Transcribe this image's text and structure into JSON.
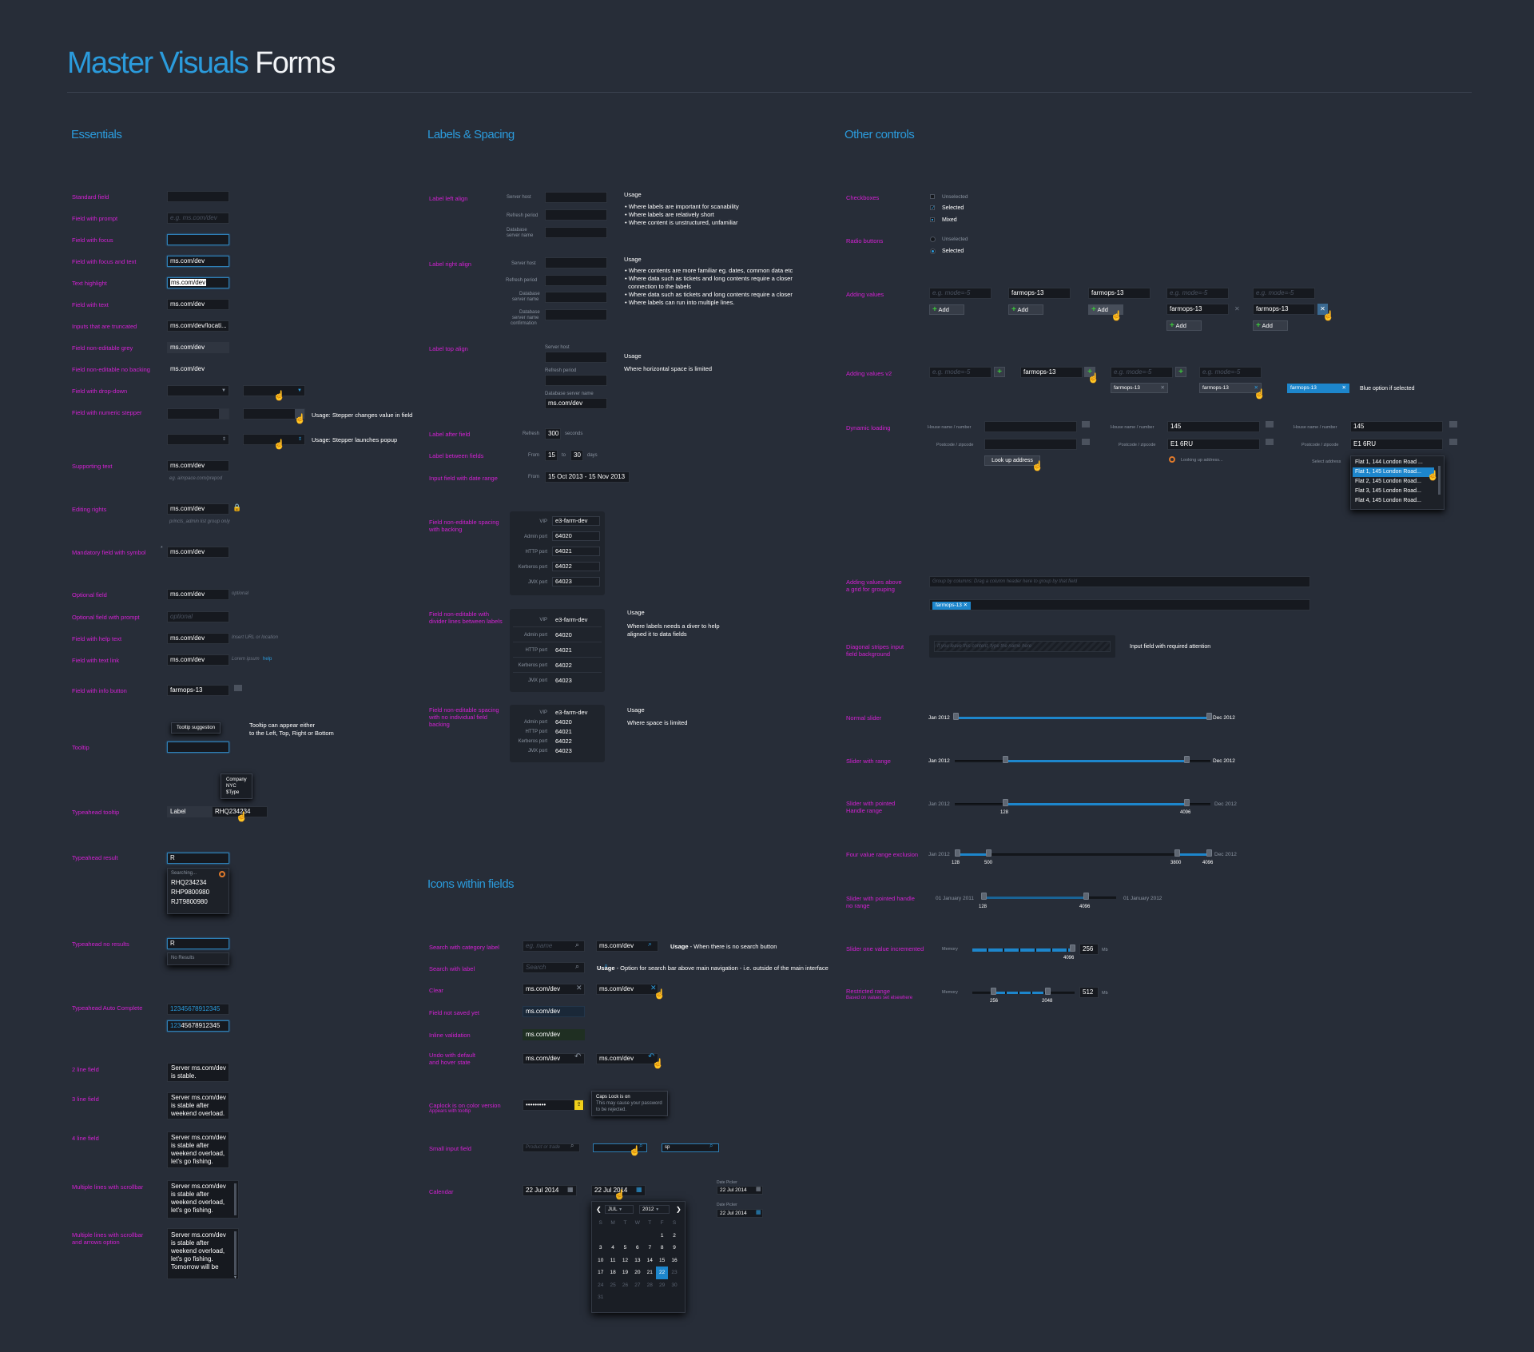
{
  "title": {
    "part1": "Master Visuals",
    "part2": "Forms"
  },
  "sections": {
    "essentials": "Essentials",
    "labels": "Labels & Spacing",
    "other": "Other controls",
    "icons": "Icons within fields"
  },
  "ess": {
    "l1": "Standard field",
    "l2": "Field with prompt",
    "l3": "Field with focus",
    "l4": "Field with focus and text",
    "l5": "Text highlight",
    "l6": "Field with text",
    "l7": "Inputs that are truncated",
    "l8": "Field non-editable grey",
    "l9": "Field non-editable no backing",
    "l10": "Field with drop-down",
    "l11": "Field with numeric stepper",
    "l12": "Supporting text",
    "l13": "Editing rights",
    "l14": "Mandatory field with symbol",
    "l15": "Optional field",
    "l16": "Optional field with prompt",
    "l17": "Field with help text",
    "l18": "Field with text link",
    "l19": "Field with info button",
    "l20": "Tooltip",
    "l21": "Typeahead tooltip",
    "l22": "Typeahead result",
    "l23": "Typeahead no results",
    "l24": "Typeahead Auto Complete",
    "l25": "2 line field",
    "l26": "3 line field",
    "l27": "4 line field",
    "l28": "Multiple lines with scrollbar",
    "l29": "Multiple lines with scrollbar and arrows option",
    "prompt": "e.g. ms.com/dev",
    "val": "ms.com/dev",
    "trunc": "ms.com/dev/locati...",
    "opt_prompt": "optional",
    "info_val": "farmops-13",
    "stepper_usage1": "Usage: Stepper changes value in field",
    "stepper_usage2": "Usage: Stepper launches popup",
    "supporting": "eg. aimpace.com/prepod",
    "editing": "princls_admin list group only",
    "optional": "optional",
    "help": "Insert URL or location",
    "link_pre": "Lorem ipsum",
    "link": "help",
    "tip": "Tooltip suggestion",
    "tip_note1": "Tooltip can appear either",
    "tip_note2": "to the Left, Top, Right or Bottom",
    "th_tip": [
      "Company",
      "NYC",
      "$Type"
    ],
    "th_label": "Label",
    "th_val": "RHQ234234",
    "r_val": "R",
    "searching": "Searching...",
    "results": [
      "RHQ234234",
      "RHP9800980",
      "RJT9800980"
    ],
    "no_results": "No Results",
    "auto": "12345678912345",
    "auto_hl": "123",
    "ml2": [
      "Server ms.com/dev",
      "is stable."
    ],
    "ml3": [
      "Server ms.com/dev",
      "is stable after",
      "weekend overload."
    ],
    "ml4": [
      "Server ms.com/dev",
      "is stable after",
      "weekend overload,",
      "let's go fishing."
    ],
    "ml5": [
      "Server ms.com/dev",
      "is stable after",
      "weekend overload,",
      "let's go fishing."
    ],
    "ml6": [
      "Server ms.com/dev",
      "is stable after",
      "weekend overload,",
      "let's go fishing.",
      "Tomorrow will be"
    ]
  },
  "lab": {
    "l1": "Label left align",
    "l2": "Label right align",
    "l3": "Label top align",
    "l4": "Label after field",
    "l5": "Label between fields",
    "l6": "Input field with date range",
    "l7a": "Field non-editable spacing",
    "l7b": "with backing",
    "l8a": "Field non-editable with",
    "l8b": "divider lines between labels",
    "l9a": "Field non-editable spacing",
    "l9b": "with no individual field",
    "l9c": "backing",
    "server_host": "Server host",
    "refresh": "Refresh period",
    "db1": "Database",
    "db2": "server name",
    "db3": "server name",
    "conf": "confirmation",
    "db_full": "Database server name",
    "val": "ms.com/dev",
    "usage": "Usage",
    "u1": [
      "Where labels are important for scanability",
      "Where labels are relatively short",
      "Where content is unstructured, unfamiliar"
    ],
    "u2": [
      "Where contents are more familiar eg. dates, common data etc",
      "Where data such as tickets and long contents require a closer",
      "connection to the labels",
      "Where data such as tickets and long contents require a closer",
      "Where labels can run into multiple lines."
    ],
    "u3": "Where horizontal space is limited",
    "refresh_s": "Refresh",
    "r300": "300",
    "seconds": "seconds",
    "from": "From",
    "n15": "15",
    "to": "to",
    "n30": "30",
    "days": "days",
    "range": "15 Oct 2013 - 15 Nov 2013",
    "kv_l": [
      "VIP",
      "Admin port",
      "HTTP port",
      "Kerberos port",
      "JMX port"
    ],
    "kv_v": [
      "e3-farm-dev",
      "64020",
      "64021",
      "64022",
      "64023"
    ],
    "u8a": "Where labels needs a diver to help",
    "u8b": "aligned it to data fields",
    "u9": "Where space is limited"
  },
  "oth": {
    "l1": "Checkboxes",
    "l2": "Radio buttons",
    "l3": "Adding values",
    "l4": "Adding values v2",
    "l5": "Dynamic loading",
    "l6a": "Adding values above",
    "l6b": "a grid for grouping",
    "l7a": "Diagonal stripes input",
    "l7b": "field background",
    "l8": "Normal slider",
    "l9": "Slider with range",
    "l10a": "Slider with pointed",
    "l10b": "Handle range",
    "l11": "Four value range exclusion",
    "l12a": "Slider with pointed handle",
    "l12b": "no range",
    "l13": "Slider one value incremented",
    "l14": "Restricted range",
    "l14b": "Based on values set elsewhere",
    "unselected": "Unselected",
    "selected": "Selected",
    "mixed": "Mixed",
    "eg": "e.g. mode=-5",
    "farm": "farmops-13",
    "add": "Add",
    "blue_opt": "Blue option if selected",
    "house": "House name / number",
    "post": "Postcode / zipcode",
    "lookup": "Look up address",
    "h145": "145",
    "e1": "E1 6RU",
    "looking": "Looking up address...",
    "select_addr": "Select address",
    "addrs": [
      "Flat 1, 144 London Road ...",
      "Flat 1, 145 London Road...",
      "Flat 2, 145 London Road...",
      "Flat 3, 145 London Road...",
      "Flat 4, 145 London Road..."
    ],
    "group_hint": "Group by columns: Drag a column header here to group by that field",
    "stripes_hint": "If you leave this content, type the name here",
    "stripes_note": "Input field with required attention",
    "jan": "Jan 2012",
    "dec": "Dec 2012",
    "n128": "128",
    "n4096": "4096",
    "n500": "500",
    "n3800": "3800",
    "d1": "01 January 2011",
    "d2": "01 January 2012",
    "memory": "Memory",
    "n256": "256",
    "mb": "Mb",
    "n512": "512",
    "n2048": "2048"
  },
  "icn": {
    "l1": "Search with category label",
    "l2": "Search with label",
    "l3": "Clear",
    "l4": "Field not saved yet",
    "l5": "Inline validation",
    "l6a": "Undo with default",
    "l6b": "and hover state",
    "l7": "Caplock is on color version",
    "l7b": "Appears with tooltip",
    "l8": "Small input field",
    "l9": "Calendar",
    "eg_name": "eg. name",
    "search": "Search",
    "val": "ms.com/dev",
    "usage1_b": "Usage",
    "usage1": " - When there is no search button",
    "usage2_b": "Usage",
    "usage2": " - Option for search bar above main navigation - i.e. outside of the main interface",
    "pw": "•••••••••",
    "caps_t": "Caps Lock is on",
    "caps_1": "This may cause your password",
    "caps_2": "to be rejected.",
    "prod": "Product or trade",
    "sp": "sp",
    "date": "22 Jul 2014",
    "dp": "Date Picker",
    "month": "JUL",
    "year": "2012",
    "dow": [
      "S",
      "M",
      "T",
      "W",
      "T",
      "F",
      "S"
    ],
    "days": [
      "",
      "",
      "",
      "",
      "",
      "1",
      "2",
      "3",
      "4",
      "5",
      "6",
      "7",
      "8",
      "9",
      "10",
      "11",
      "12",
      "13",
      "14",
      "15",
      "16",
      "17",
      "18",
      "19",
      "20",
      "21",
      "22",
      "23",
      "24",
      "25",
      "26",
      "27",
      "28",
      "29",
      "30",
      "31"
    ]
  }
}
